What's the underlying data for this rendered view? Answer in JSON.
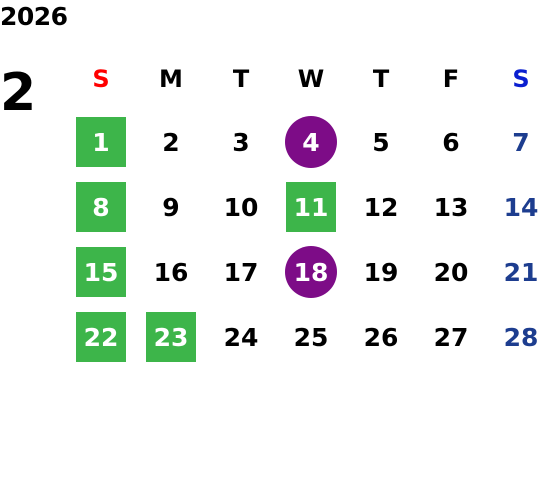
{
  "calendar": {
    "year": "2026",
    "month": "2",
    "weekdays": [
      "S",
      "M",
      "T",
      "W",
      "T",
      "F",
      "S"
    ],
    "weeks": [
      [
        "1",
        "2",
        "3",
        "4",
        "5",
        "6",
        "7"
      ],
      [
        "8",
        "9",
        "10",
        "11",
        "12",
        "13",
        "14"
      ],
      [
        "15",
        "16",
        "17",
        "18",
        "19",
        "20",
        "21"
      ],
      [
        "22",
        "23",
        "24",
        "25",
        "26",
        "27",
        "28"
      ]
    ],
    "highlight_colors": {
      "green": "#3db54a",
      "purple": "#7d0c87",
      "sunday_header": "#ff0000",
      "saturday_header": "#0a1fd0",
      "saturday_dates": "#1d3d8f"
    },
    "green_days": [
      "1",
      "8",
      "11",
      "15",
      "22",
      "23"
    ],
    "purple_days": [
      "4",
      "18"
    ]
  }
}
